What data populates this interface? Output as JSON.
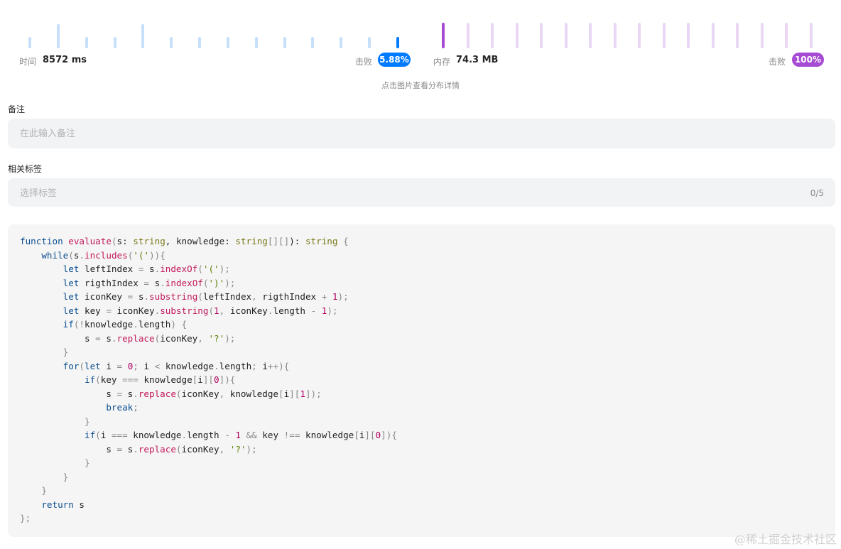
{
  "runtime": {
    "label": "时间",
    "value": "8572 ms",
    "beats_label": "击败",
    "beats_value": "5.88%",
    "color": "#007aff",
    "bar_color": "#c6e0fb",
    "bars": [
      {
        "level": 0.4,
        "active": false
      },
      {
        "level": 0.85,
        "active": false
      },
      {
        "level": 0.4,
        "active": false
      },
      {
        "level": 0.4,
        "active": false
      },
      {
        "level": 0.85,
        "active": false
      },
      {
        "level": 0.4,
        "active": false
      },
      {
        "level": 0.4,
        "active": false
      },
      {
        "level": 0.4,
        "active": false
      },
      {
        "level": 0.4,
        "active": false
      },
      {
        "level": 0.4,
        "active": false
      },
      {
        "level": 0.4,
        "active": false
      },
      {
        "level": 0.4,
        "active": false
      },
      {
        "level": 0.4,
        "active": false
      },
      {
        "level": 0.4,
        "active": true
      }
    ]
  },
  "memory": {
    "label": "内存",
    "value": "74.3 MB",
    "beats_label": "击败",
    "beats_value": "100%",
    "color": "#a64bd3",
    "bar_color": "#ead7f5",
    "bars": [
      {
        "level": 0.9,
        "active": true
      },
      {
        "level": 0.9,
        "active": false
      },
      {
        "level": 0.9,
        "active": false
      },
      {
        "level": 0.9,
        "active": false
      },
      {
        "level": 0.9,
        "active": false
      },
      {
        "level": 0.9,
        "active": false
      },
      {
        "level": 0.9,
        "active": false
      },
      {
        "level": 0.9,
        "active": false
      },
      {
        "level": 0.9,
        "active": false
      },
      {
        "level": 0.9,
        "active": false
      },
      {
        "level": 0.9,
        "active": false
      },
      {
        "level": 0.9,
        "active": false
      },
      {
        "level": 0.9,
        "active": false
      },
      {
        "level": 0.9,
        "active": false
      },
      {
        "level": 0.9,
        "active": false
      },
      {
        "level": 0.9,
        "active": false
      }
    ]
  },
  "hint": "点击图片查看分布详情",
  "notes": {
    "label": "备注",
    "placeholder": "在此输入备注"
  },
  "tags": {
    "label": "相关标签",
    "placeholder": "选择标签",
    "counter": "0/5"
  },
  "code": [
    [
      [
        "function",
        "k"
      ],
      [
        " "
      ],
      [
        "evaluate",
        "f"
      ],
      [
        "(",
        "p"
      ],
      [
        "s"
      ],
      [
        ": "
      ],
      [
        "string",
        "t"
      ],
      [
        ", knowledge: "
      ],
      [
        "string",
        "t"
      ],
      [
        "[][]",
        "p"
      ],
      [
        "): "
      ],
      [
        "string",
        "t"
      ],
      [
        " {",
        "p"
      ]
    ],
    [
      [
        "    "
      ],
      [
        "while",
        "k"
      ],
      [
        "(",
        "p"
      ],
      [
        "s"
      ],
      [
        ".",
        "p"
      ],
      [
        "includes",
        "f"
      ],
      [
        "(",
        "p"
      ],
      [
        "'('",
        "s"
      ],
      [
        ")){",
        "p"
      ]
    ],
    [
      [
        "        "
      ],
      [
        "let",
        "k"
      ],
      [
        " leftIndex "
      ],
      [
        "=",
        "p"
      ],
      [
        " s"
      ],
      [
        ".",
        "p"
      ],
      [
        "indexOf",
        "f"
      ],
      [
        "(",
        "p"
      ],
      [
        "'('",
        "s"
      ],
      [
        ");",
        "p"
      ]
    ],
    [
      [
        "        "
      ],
      [
        "let",
        "k"
      ],
      [
        " rigthIndex "
      ],
      [
        "=",
        "p"
      ],
      [
        " s"
      ],
      [
        ".",
        "p"
      ],
      [
        "indexOf",
        "f"
      ],
      [
        "(",
        "p"
      ],
      [
        "')'",
        "s"
      ],
      [
        ");",
        "p"
      ]
    ],
    [
      [
        "        "
      ],
      [
        "let",
        "k"
      ],
      [
        " iconKey "
      ],
      [
        "=",
        "p"
      ],
      [
        " s"
      ],
      [
        ".",
        "p"
      ],
      [
        "substring",
        "f"
      ],
      [
        "(",
        "p"
      ],
      [
        "leftIndex"
      ],
      [
        ", ",
        "p"
      ],
      [
        "rigthIndex "
      ],
      [
        "+",
        "p"
      ],
      [
        " "
      ],
      [
        "1",
        "n"
      ],
      [
        ");",
        "p"
      ]
    ],
    [
      [
        "        "
      ],
      [
        "let",
        "k"
      ],
      [
        " key "
      ],
      [
        "=",
        "p"
      ],
      [
        " iconKey"
      ],
      [
        ".",
        "p"
      ],
      [
        "substring",
        "f"
      ],
      [
        "(",
        "p"
      ],
      [
        "1",
        "n"
      ],
      [
        ", ",
        "p"
      ],
      [
        "iconKey"
      ],
      [
        ".",
        "p"
      ],
      [
        "length "
      ],
      [
        "-",
        "p"
      ],
      [
        " "
      ],
      [
        "1",
        "n"
      ],
      [
        ");",
        "p"
      ]
    ],
    [
      [
        "        "
      ],
      [
        "if",
        "k"
      ],
      [
        "(!",
        "p"
      ],
      [
        "knowledge"
      ],
      [
        ".",
        "p"
      ],
      [
        "length"
      ],
      [
        ") {",
        "p"
      ]
    ],
    [
      [
        "            s "
      ],
      [
        "=",
        "p"
      ],
      [
        " s"
      ],
      [
        ".",
        "p"
      ],
      [
        "replace",
        "f"
      ],
      [
        "(",
        "p"
      ],
      [
        "iconKey"
      ],
      [
        ", ",
        "p"
      ],
      [
        "'?'",
        "s"
      ],
      [
        ");",
        "p"
      ]
    ],
    [
      [
        "        "
      ],
      [
        "}",
        "p"
      ]
    ],
    [
      [
        "        "
      ],
      [
        "for",
        "k"
      ],
      [
        "(",
        "p"
      ],
      [
        "let",
        "k"
      ],
      [
        " i "
      ],
      [
        "=",
        "p"
      ],
      [
        " "
      ],
      [
        "0",
        "n"
      ],
      [
        "; ",
        "p"
      ],
      [
        "i "
      ],
      [
        "<",
        "p"
      ],
      [
        " knowledge"
      ],
      [
        ".",
        "p"
      ],
      [
        "length"
      ],
      [
        "; ",
        "p"
      ],
      [
        "i"
      ],
      [
        "++){",
        "p"
      ]
    ],
    [
      [
        "            "
      ],
      [
        "if",
        "k"
      ],
      [
        "(",
        "p"
      ],
      [
        "key "
      ],
      [
        "===",
        "p"
      ],
      [
        " knowledge"
      ],
      [
        "[",
        "p"
      ],
      [
        "i"
      ],
      [
        "][",
        "p"
      ],
      [
        "0",
        "n"
      ],
      [
        "]){",
        "p"
      ]
    ],
    [
      [
        "                s "
      ],
      [
        "=",
        "p"
      ],
      [
        " s"
      ],
      [
        ".",
        "p"
      ],
      [
        "replace",
        "f"
      ],
      [
        "(",
        "p"
      ],
      [
        "iconKey"
      ],
      [
        ", ",
        "p"
      ],
      [
        "knowledge"
      ],
      [
        "[",
        "p"
      ],
      [
        "i"
      ],
      [
        "][",
        "p"
      ],
      [
        "1",
        "n"
      ],
      [
        "]);",
        "p"
      ]
    ],
    [
      [
        "                "
      ],
      [
        "break",
        "k"
      ],
      [
        ";",
        "p"
      ]
    ],
    [
      [
        "            "
      ],
      [
        "}",
        "p"
      ]
    ],
    [
      [
        "            "
      ],
      [
        "if",
        "k"
      ],
      [
        "(",
        "p"
      ],
      [
        "i "
      ],
      [
        "===",
        "p"
      ],
      [
        " knowledge"
      ],
      [
        ".",
        "p"
      ],
      [
        "length "
      ],
      [
        "-",
        "p"
      ],
      [
        " "
      ],
      [
        "1",
        "n"
      ],
      [
        " "
      ],
      [
        "&&",
        "p"
      ],
      [
        " key "
      ],
      [
        "!==",
        "p"
      ],
      [
        " knowledge"
      ],
      [
        "[",
        "p"
      ],
      [
        "i"
      ],
      [
        "][",
        "p"
      ],
      [
        "0",
        "n"
      ],
      [
        "]){",
        "p"
      ]
    ],
    [
      [
        "                s "
      ],
      [
        "=",
        "p"
      ],
      [
        " s"
      ],
      [
        ".",
        "p"
      ],
      [
        "replace",
        "f"
      ],
      [
        "(",
        "p"
      ],
      [
        "iconKey"
      ],
      [
        ", ",
        "p"
      ],
      [
        "'?'",
        "s"
      ],
      [
        ");",
        "p"
      ]
    ],
    [
      [
        "            "
      ],
      [
        "}",
        "p"
      ]
    ],
    [
      [
        "        "
      ],
      [
        "}",
        "p"
      ]
    ],
    [
      [
        "    "
      ],
      [
        "}",
        "p"
      ]
    ],
    [
      [
        "    "
      ],
      [
        "return",
        "k"
      ],
      [
        " s"
      ]
    ],
    [
      [
        "};",
        "p"
      ]
    ]
  ],
  "watermark": "@稀土掘金技术社区"
}
